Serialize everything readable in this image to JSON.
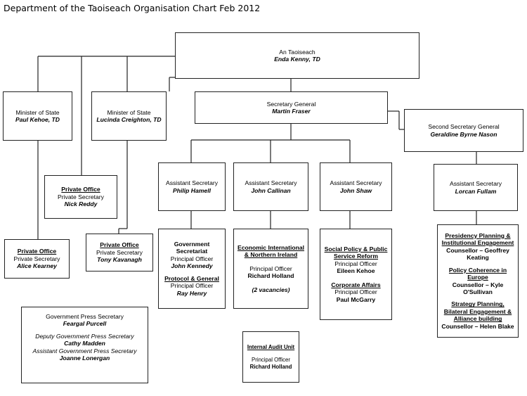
{
  "title": "Department of the Taoiseach Organisation Chart Feb 2012",
  "taoiseach": {
    "role": "An Taoiseach",
    "name": "Enda Kenny, TD"
  },
  "minister_kehoe": {
    "role": "Minister of State",
    "name": "Paul Kehoe, TD"
  },
  "minister_creighton": {
    "role": "Minister of State",
    "name": "Lucinda Creighton, TD"
  },
  "sec_general": {
    "role": "Secretary General",
    "name": "Martin Fraser"
  },
  "second_sec_general": {
    "role": "Second Secretary General",
    "name": "Geraldine Byrne Nason"
  },
  "private_office_reddy": {
    "heading": "Private Office",
    "role": "Private Secretary",
    "name": "Nick Reddy"
  },
  "private_office_kearney": {
    "heading": "Private Office",
    "role": "Private Secretary",
    "name": "Alice Kearney"
  },
  "private_office_kavanagh": {
    "heading": "Private Office",
    "role": "Private Secretary",
    "name": "Tony Kavanagh"
  },
  "asst_hamell": {
    "role": "Assistant Secretary",
    "name": "Philip Hamell"
  },
  "asst_callinan": {
    "role": "Assistant Secretary",
    "name": "John Callinan"
  },
  "asst_shaw": {
    "role": "Assistant Secretary",
    "name": "John Shaw"
  },
  "asst_fullam": {
    "role": "Assistant Secretary",
    "name": "Lorcan Fullam"
  },
  "unit_hamell": {
    "heading1": "Government Secretariat",
    "role1": "Principal Officer",
    "name1": "John Kennedy",
    "heading2": "Protocol & General",
    "role2": "Principal Officer",
    "name2": "Ray Henry"
  },
  "unit_callinan": {
    "heading": "Economic International & Northern Ireland",
    "role": "Principal Officer",
    "name": "Richard Holland",
    "vacancies": "(2 vacancies)"
  },
  "unit_shaw": {
    "heading1": "Social Policy & Public Service Reform",
    "role1": "Principal Officer",
    "name1": "Eileen Kehoe",
    "heading2": "Corporate Affairs",
    "role2": "Principal Officer",
    "name2": "Paul McGarry"
  },
  "unit_fullam": {
    "heading1": "Presidency Planning & Institutional Engagement",
    "text1": "Counsellor – Geoffrey Keating",
    "heading2": "Policy Coherence in Europe",
    "text2": "Counsellor – Kyle O'Sullivan",
    "heading3": "Strategy Planning, Bilateral Engagement & Alliance building",
    "text3": "Counsellor – Helen Blake"
  },
  "press": {
    "role1": "Government Press Secretary",
    "name1": "Feargal Purcell",
    "role2": "Deputy Government Press Secretary",
    "name2": "Cathy Madden",
    "role3": "Assistant Government Press Secretary",
    "name3": "Joanne Lonergan"
  },
  "audit": {
    "heading": "Internal Audit Unit",
    "role": "Principal Officer",
    "name": "Richard Holland"
  }
}
